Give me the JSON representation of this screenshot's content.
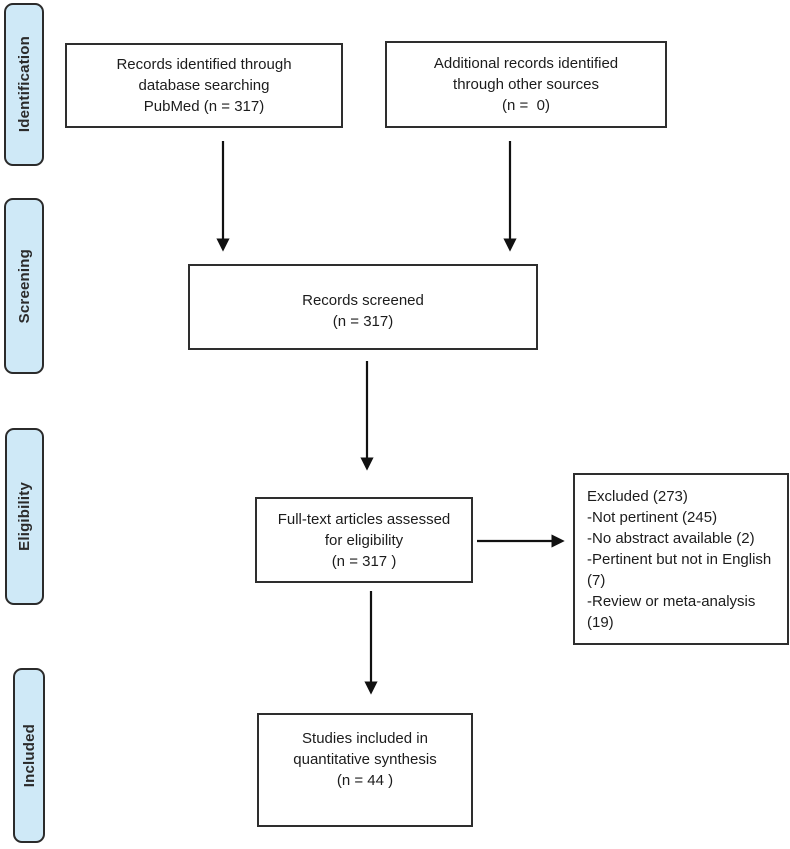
{
  "figure": {
    "kind": "prisma-flow-diagram"
  },
  "colors": {
    "page_bg": "#ffffff",
    "stage_fill": "#cfe9f7",
    "stage_border": "#2b2b2b",
    "stage_text": "#2b2b2b",
    "box_border": "#2e2e2e",
    "box_text": "#1c1c1c",
    "arrow": "#111111"
  },
  "stages": [
    {
      "label": "Identification"
    },
    {
      "label": "Screening"
    },
    {
      "label": "Eligibility"
    },
    {
      "label": "Included"
    }
  ],
  "boxes": {
    "records_identified": {
      "lines": [
        "Records identified through",
        "database searching",
        "PubMed (n = 317)"
      ]
    },
    "additional_records": {
      "lines": [
        "Additional records identified",
        "through other sources",
        "(n =  0)"
      ]
    },
    "records_screened": {
      "lines": [
        "Records screened",
        "(n = 317)"
      ]
    },
    "full_text_assessed": {
      "lines": [
        "Full-text articles assessed",
        "for eligibility",
        "(n = 317 )"
      ]
    },
    "excluded": {
      "lines": [
        "Excluded (273)",
        "-Not pertinent (245)",
        "-No abstract available (2)",
        "-Pertinent but not in English (7)",
        "-Review or meta-analysis (19)"
      ]
    },
    "studies_included": {
      "lines": [
        "Studies included in",
        "quantitative synthesis",
        "(n = 44 )"
      ]
    }
  }
}
